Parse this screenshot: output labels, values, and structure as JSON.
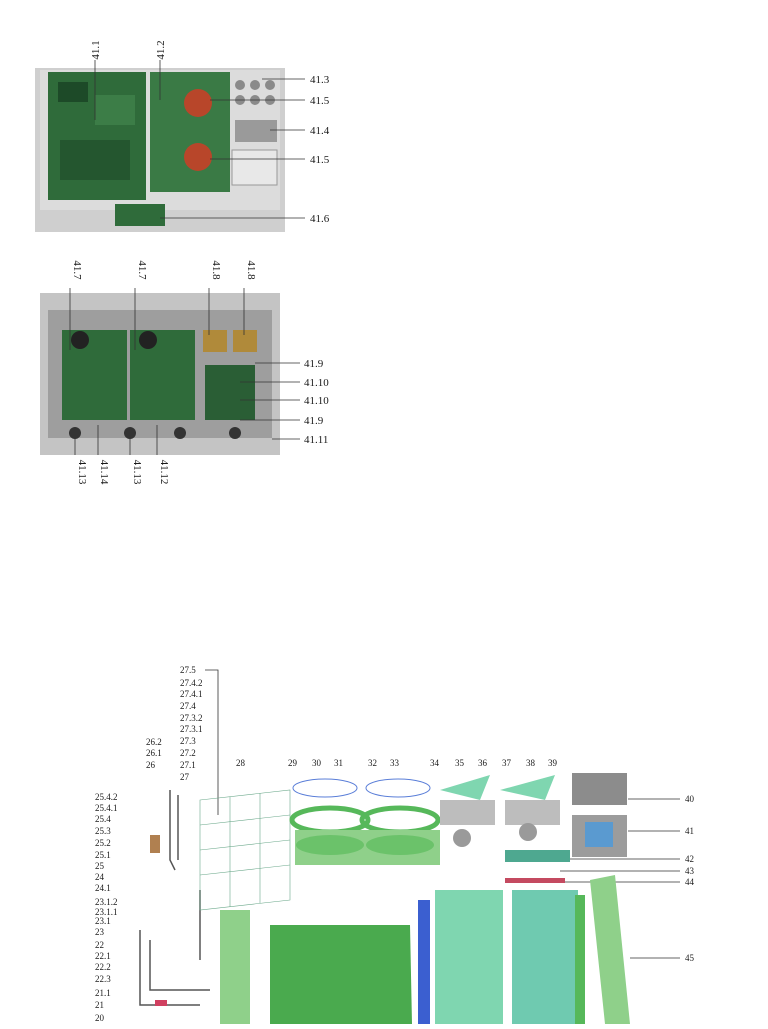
{
  "photo1": {
    "labels_top": [
      "41.1",
      "41.2"
    ],
    "labels_right": [
      "41.3",
      "41.5",
      "41.4",
      "41.5",
      "41.6"
    ]
  },
  "photo2": {
    "labels_top": [
      "41.7",
      "41.7",
      "41.8",
      "41.8"
    ],
    "labels_right": [
      "41.9",
      "41.10",
      "41.10",
      "41.9",
      "41.11"
    ],
    "labels_bottom": [
      "41.13",
      "41.14",
      "41.13",
      "41.12"
    ]
  },
  "exploded": {
    "left_stack_labels": [
      "27.5",
      "27.4.2",
      "27.4.1",
      "27.4",
      "27.3.2",
      "27.3.1",
      "27.3",
      "27.2",
      "27.1",
      "27"
    ],
    "left_labels_b": [
      "26.2",
      "26.1",
      "26"
    ],
    "left_labels_c": [
      "25.4.2",
      "25.4.1",
      "25.4",
      "25.3",
      "25.2",
      "25.1",
      "25",
      "24",
      "24.1"
    ],
    "left_labels_d": [
      "23.1.2",
      "23.1.1",
      "23.1",
      "23",
      "22",
      "22.1",
      "22.2",
      "22.3",
      "21.1",
      "21",
      "20"
    ],
    "top_labels": [
      "28",
      "29",
      "30",
      "31",
      "32",
      "33",
      "34",
      "35",
      "36",
      "37",
      "38",
      "39"
    ],
    "right_labels": [
      "40",
      "41",
      "42",
      "43",
      "44",
      "45"
    ]
  },
  "colors": {
    "green": "#56b85a",
    "mint": "#7fd6b0",
    "blue": "#3b5fd0",
    "pcb": "#2f6b3a",
    "metal": "#c9c9c9"
  }
}
